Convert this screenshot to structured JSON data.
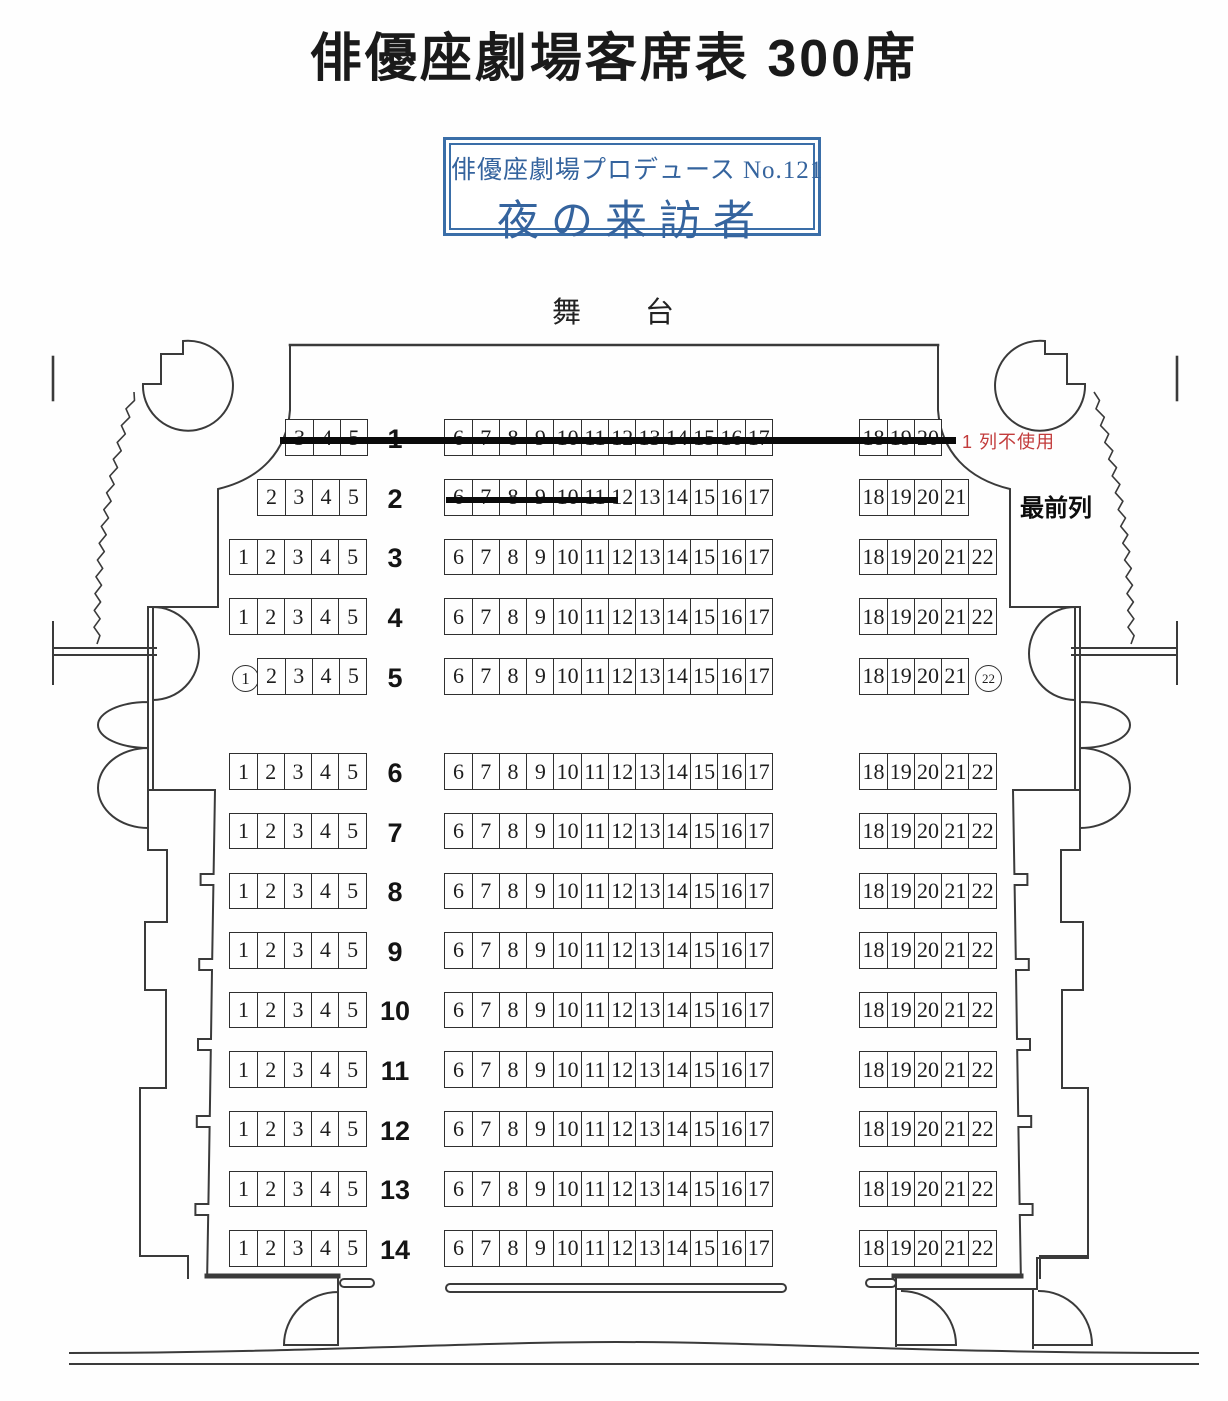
{
  "title": "俳優座劇場客席表 300席",
  "production_box": {
    "line1": "俳優座劇場プロデュース No.121",
    "line2": "夜の来訪者",
    "accent_color": "#3a6ea8"
  },
  "stage_label": "舞　　台",
  "notes": {
    "row1_unused": {
      "text": "1 列不使用",
      "color": "#c23b3b"
    },
    "front_row": {
      "text": "最前列"
    }
  },
  "seat_map": {
    "rows": [
      {
        "label": "1",
        "left": [
          3,
          4,
          5
        ],
        "center": [
          6,
          7,
          8,
          9,
          10,
          11,
          12,
          13,
          14,
          15,
          16,
          17
        ],
        "right": [
          18,
          19,
          20
        ],
        "struck": "all"
      },
      {
        "label": "2",
        "left": [
          2,
          3,
          4,
          5
        ],
        "center": [
          6,
          7,
          8,
          9,
          10,
          11,
          12,
          13,
          14,
          15,
          16,
          17
        ],
        "right": [
          18,
          19,
          20,
          21
        ],
        "struck": "6-11"
      },
      {
        "label": "3",
        "left": [
          1,
          2,
          3,
          4,
          5
        ],
        "center": [
          6,
          7,
          8,
          9,
          10,
          11,
          12,
          13,
          14,
          15,
          16,
          17
        ],
        "right": [
          18,
          19,
          20,
          21,
          22
        ],
        "struck": null
      },
      {
        "label": "4",
        "left": [
          1,
          2,
          3,
          4,
          5
        ],
        "center": [
          6,
          7,
          8,
          9,
          10,
          11,
          12,
          13,
          14,
          15,
          16,
          17
        ],
        "right": [
          18,
          19,
          20,
          21,
          22
        ],
        "struck": null
      },
      {
        "label": "5",
        "left_circled": "1",
        "left": [
          2,
          3,
          4,
          5
        ],
        "center": [
          6,
          7,
          8,
          9,
          10,
          11,
          12,
          13,
          14,
          15,
          16,
          17
        ],
        "right": [
          18,
          19,
          20,
          21
        ],
        "right_circled": "22",
        "struck": null
      },
      {
        "label": "6",
        "left": [
          1,
          2,
          3,
          4,
          5
        ],
        "center": [
          6,
          7,
          8,
          9,
          10,
          11,
          12,
          13,
          14,
          15,
          16,
          17
        ],
        "right": [
          18,
          19,
          20,
          21,
          22
        ],
        "struck": null
      },
      {
        "label": "7",
        "left": [
          1,
          2,
          3,
          4,
          5
        ],
        "center": [
          6,
          7,
          8,
          9,
          10,
          11,
          12,
          13,
          14,
          15,
          16,
          17
        ],
        "right": [
          18,
          19,
          20,
          21,
          22
        ],
        "struck": null
      },
      {
        "label": "8",
        "left": [
          1,
          2,
          3,
          4,
          5
        ],
        "center": [
          6,
          7,
          8,
          9,
          10,
          11,
          12,
          13,
          14,
          15,
          16,
          17
        ],
        "right": [
          18,
          19,
          20,
          21,
          22
        ],
        "struck": null
      },
      {
        "label": "9",
        "left": [
          1,
          2,
          3,
          4,
          5
        ],
        "center": [
          6,
          7,
          8,
          9,
          10,
          11,
          12,
          13,
          14,
          15,
          16,
          17
        ],
        "right": [
          18,
          19,
          20,
          21,
          22
        ],
        "struck": null
      },
      {
        "label": "10",
        "left": [
          1,
          2,
          3,
          4,
          5
        ],
        "center": [
          6,
          7,
          8,
          9,
          10,
          11,
          12,
          13,
          14,
          15,
          16,
          17
        ],
        "right": [
          18,
          19,
          20,
          21,
          22
        ],
        "struck": null
      },
      {
        "label": "11",
        "left": [
          1,
          2,
          3,
          4,
          5
        ],
        "center": [
          6,
          7,
          8,
          9,
          10,
          11,
          12,
          13,
          14,
          15,
          16,
          17
        ],
        "right": [
          18,
          19,
          20,
          21,
          22
        ],
        "struck": null
      },
      {
        "label": "12",
        "left": [
          1,
          2,
          3,
          4,
          5
        ],
        "center": [
          6,
          7,
          8,
          9,
          10,
          11,
          12,
          13,
          14,
          15,
          16,
          17
        ],
        "right": [
          18,
          19,
          20,
          21,
          22
        ],
        "struck": null
      },
      {
        "label": "13",
        "left": [
          1,
          2,
          3,
          4,
          5
        ],
        "center": [
          6,
          7,
          8,
          9,
          10,
          11,
          12,
          13,
          14,
          15,
          16,
          17
        ],
        "right": [
          18,
          19,
          20,
          21,
          22
        ],
        "struck": null
      },
      {
        "label": "14",
        "left": [
          1,
          2,
          3,
          4,
          5
        ],
        "center": [
          6,
          7,
          8,
          9,
          10,
          11,
          12,
          13,
          14,
          15,
          16,
          17
        ],
        "right": [
          18,
          19,
          20,
          21,
          22
        ],
        "struck": null
      }
    ]
  }
}
